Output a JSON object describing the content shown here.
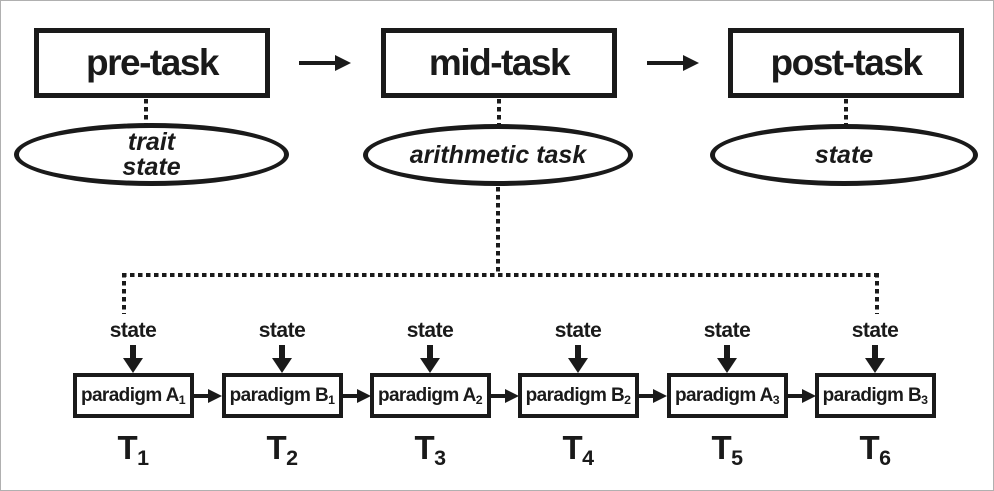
{
  "figure": {
    "stages": [
      {
        "label": "pre-task"
      },
      {
        "label": "mid-task"
      },
      {
        "label": "post-task"
      }
    ],
    "measures": [
      {
        "lines": [
          "trait",
          "state"
        ]
      },
      {
        "lines": [
          "arithmetic task"
        ]
      },
      {
        "lines": [
          "state"
        ]
      }
    ],
    "timeline": {
      "state_label": "state",
      "items": [
        {
          "paradigm": "paradigm A",
          "paradigm_sub": "1",
          "t": "T",
          "t_sub": "1"
        },
        {
          "paradigm": "paradigm B",
          "paradigm_sub": "1",
          "t": "T",
          "t_sub": "2"
        },
        {
          "paradigm": "paradigm A",
          "paradigm_sub": "2",
          "t": "T",
          "t_sub": "3"
        },
        {
          "paradigm": "paradigm B",
          "paradigm_sub": "2",
          "t": "T",
          "t_sub": "4"
        },
        {
          "paradigm": "paradigm A",
          "paradigm_sub": "3",
          "t": "T",
          "t_sub": "5"
        },
        {
          "paradigm": "paradigm B",
          "paradigm_sub": "3",
          "t": "T",
          "t_sub": "6"
        }
      ]
    },
    "colors": {
      "ink": "#1a1a1a",
      "background": "#ffffff",
      "frame": "#b0b0b0"
    }
  }
}
